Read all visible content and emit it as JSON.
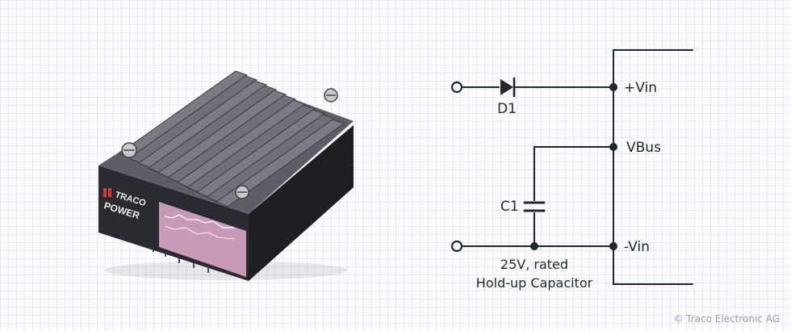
{
  "product": {
    "brand_line1": "TRACO",
    "brand_line2": "POWER",
    "colors": {
      "body": "#2a2b30",
      "label_pink": "#d9a6c8",
      "heatsink": "#6b6c73"
    }
  },
  "schematic": {
    "diode": "D1",
    "capacitor": "C1",
    "pin_vin_plus": "+Vin",
    "pin_vbus": "VBus",
    "pin_vin_minus": "-Vin",
    "note_line1": "25V, rated",
    "note_line2": "Hold-up Capacitor"
  },
  "copyright": "© Traco Electronic AG"
}
